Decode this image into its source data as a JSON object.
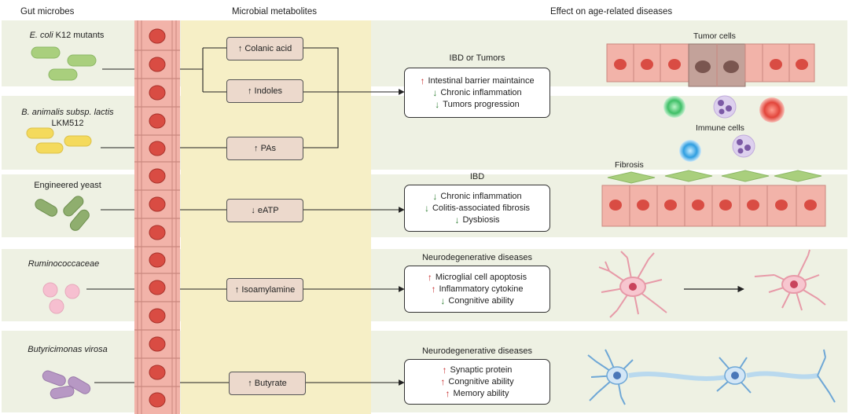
{
  "headers": {
    "gut_microbes": "Gut microbes",
    "metabolites": "Microbial metabolites",
    "effects": "Effect on age-related diseases"
  },
  "microbes": [
    {
      "italic": "E. coli",
      "rest": " K12 mutants",
      "line2": ""
    },
    {
      "italic": "B. animalis subsp. lactis",
      "rest": "",
      "line2": "LKM512"
    },
    {
      "italic": "",
      "rest": "Engineered yeast",
      "line2": ""
    },
    {
      "italic": "Ruminococcaceae",
      "rest": "",
      "line2": ""
    },
    {
      "italic": "Butyricimonas virosa",
      "rest": "",
      "line2": ""
    }
  ],
  "metabolites": [
    {
      "arrow": "↑",
      "name": "Colanic acid"
    },
    {
      "arrow": "↑",
      "name": "Indoles"
    },
    {
      "arrow": "↑",
      "name": "PAs"
    },
    {
      "arrow": "↓",
      "name": "eATP"
    },
    {
      "arrow": "↑",
      "name": "Isoamylamine"
    },
    {
      "arrow": "↑",
      "name": "Butyrate"
    }
  ],
  "effects": [
    {
      "title": "IBD or Tumors",
      "lines": [
        {
          "dir": "up",
          "arrow": "↑",
          "text": "Intestinal barrier maintaince"
        },
        {
          "dir": "down",
          "arrow": "↓",
          "text": "Chronic inflammation"
        },
        {
          "dir": "down",
          "arrow": "↓",
          "text": "Tumors progression"
        }
      ]
    },
    {
      "title": "IBD",
      "lines": [
        {
          "dir": "down",
          "arrow": "↓",
          "text": "Chronic inflammation"
        },
        {
          "dir": "down",
          "arrow": "↓",
          "text": "Colitis-associated fibrosis"
        },
        {
          "dir": "down",
          "arrow": "↓",
          "text": "Dysbiosis"
        }
      ]
    },
    {
      "title": "Neurodegenerative diseases",
      "lines": [
        {
          "dir": "up",
          "arrow": "↑",
          "text": "Microglial cell apoptosis"
        },
        {
          "dir": "up",
          "arrow": "↑",
          "text": "Inflammatory cytokine"
        },
        {
          "dir": "down",
          "arrow": "↓",
          "text": "Congnitive ability"
        }
      ]
    },
    {
      "title": "Neurodegenerative diseases",
      "lines": [
        {
          "dir": "up",
          "arrow": "↑",
          "text": "Synaptic protein"
        },
        {
          "dir": "up",
          "arrow": "↑",
          "text": "Congnitive ability"
        },
        {
          "dir": "up",
          "arrow": "↑",
          "text": "Memory ability"
        }
      ]
    }
  ],
  "cell_labels": {
    "tumor": "Tumor cells",
    "immune": "Immune cells",
    "fibrosis": "Fibrosis"
  },
  "colors": {
    "band_fill": "#eef1e3",
    "metabolite_column": "#f6efc6",
    "epithelium": "#f2b3a9",
    "nucleus": "#d94c43",
    "metabolite_box": "#ecd9cc",
    "arrow_up": "#c62828",
    "arrow_down": "#2e7d32"
  }
}
